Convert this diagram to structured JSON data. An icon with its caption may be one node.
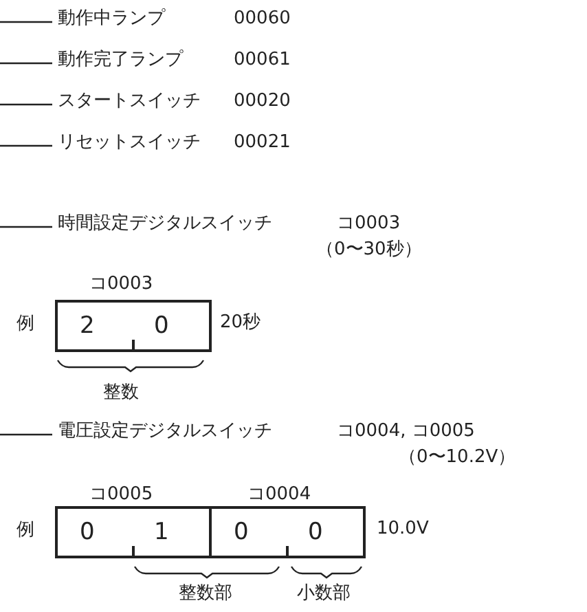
{
  "diagram": {
    "nodes": [
      {
        "text": [
          "動作中ランプ"
        ],
        "beside": [
          "00060"
        ]
      },
      {
        "text": [
          "動作完了ランプ"
        ],
        "beside": [
          "00061"
        ]
      },
      {
        "text": [
          "スタートスイッチ"
        ],
        "beside": [
          "00020"
        ]
      },
      {
        "text": [
          "リセットスイッチ"
        ],
        "beside": [
          "00021"
        ]
      },
      {
        "text": [
          "時間設定デジタルスイッチ"
        ],
        "beside": [
          "コ0003",
          "（0〜30秒）"
        ]
      },
      {
        "text": [
          "2",
          "0"
        ],
        "beside": [
          "コ0003",
          "20秒"
        ]
      },
      {
        "text": [
          "電圧設定デジタルスイッチ"
        ],
        "beside": [
          "コ0004, コ0005",
          "（0〜10.2V）"
        ]
      },
      {
        "text": [
          "0",
          "1"
        ],
        "beside": [
          "コ0005"
        ]
      },
      {
        "text": [
          "0",
          "0"
        ],
        "beside": [
          "コ0004",
          "10.0V"
        ]
      }
    ],
    "edges": [
      {
        "from": 0,
        "to": null,
        "arrow": "none"
      },
      {
        "from": 1,
        "to": null,
        "arrow": "none"
      },
      {
        "from": 2,
        "to": null,
        "arrow": "none"
      },
      {
        "from": 3,
        "to": null,
        "arrow": "none"
      },
      {
        "from": 4,
        "to": null,
        "arrow": "none"
      },
      {
        "from": 6,
        "to": null,
        "arrow": "none"
      }
    ],
    "labels": [
      "例",
      "整数",
      "例",
      "整数部",
      "小数部"
    ]
  }
}
